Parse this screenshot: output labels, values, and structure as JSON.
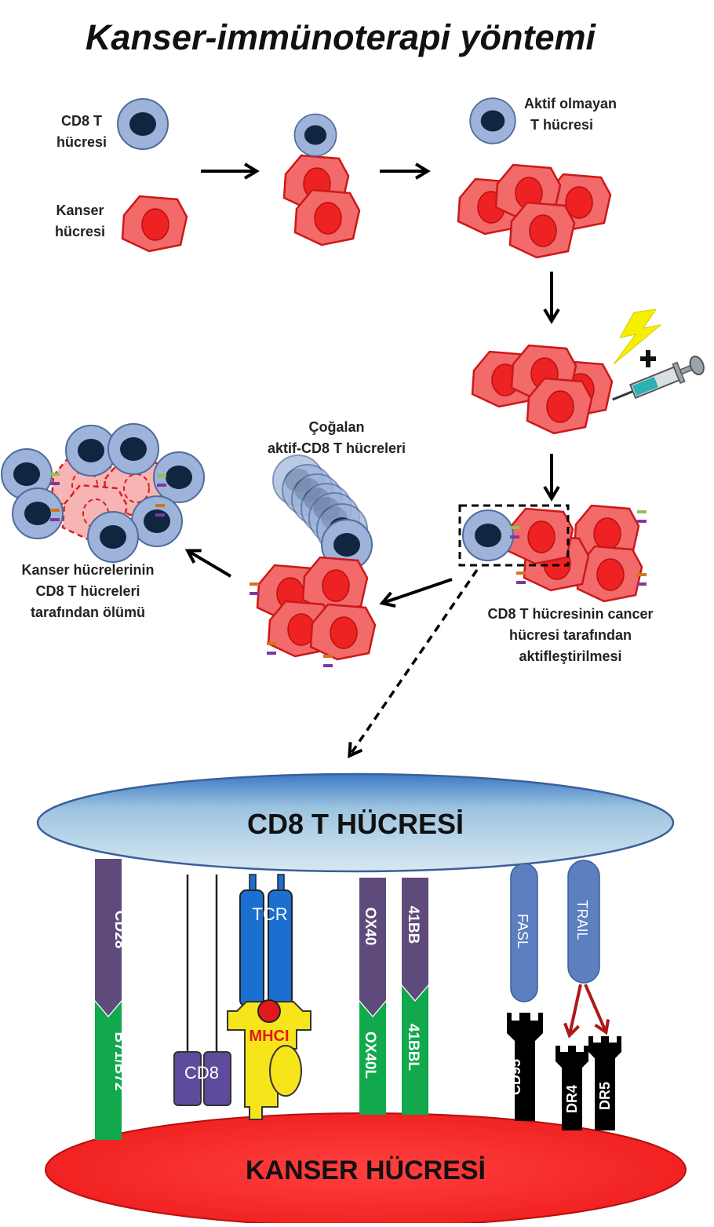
{
  "title": "Kanser-immünoterapi yöntemi",
  "labels": {
    "cd8_t": [
      "CD8 T",
      "hücresi"
    ],
    "kanser": [
      "Kanser",
      "hücresi"
    ],
    "aktif_olmayan": [
      "Aktif olmayan",
      "T hücresi"
    ],
    "cogalan": [
      "Çoğalan",
      "aktif-CD8 T hücreleri"
    ],
    "olum": [
      "Kanser hücrelerinin",
      "CD8 T hücreleri",
      "tarafından ölümü"
    ],
    "aktiflestirme": [
      "CD8 T  hücresinin cancer",
      "hücresi tarafından",
      "aktifleştirilmesi"
    ]
  },
  "cells": {
    "t_cell": "CD8 T HÜCRESİ",
    "cancer_cell": "KANSER HÜCRESİ"
  },
  "receptors": {
    "cd28": "CD28",
    "b71": "B71/B72",
    "cd8": "CD8",
    "tcr": "TCR",
    "mhci": "MHCI",
    "ox40": "OX40",
    "ox40l": "OX40L",
    "b41": "41BB",
    "b41l": "41BBL",
    "fasl": "FASL",
    "trail": "TRAIL",
    "cd95": "CD95",
    "dr4": "DR4",
    "dr5": "DR5"
  },
  "colors": {
    "t_cell_fill": "#9db3d9",
    "t_cell_nucleus": "#10253f",
    "cancer_fill": "#f26a6a",
    "cancer_nucleus": "#ee2222",
    "purple_receptor": "#5e4b7c",
    "green_ligand": "#12a84c",
    "blue_receptor": "#5b7fbf",
    "tcr_blue": "#1a6fd0",
    "mhc_yellow": "#f7e51c",
    "death_receptor": "#000000",
    "arrow_red": "#b01818"
  }
}
